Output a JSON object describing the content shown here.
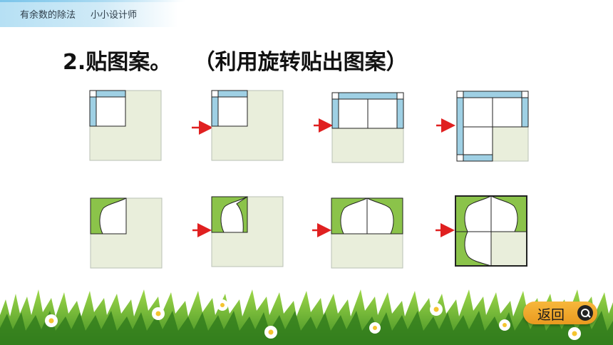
{
  "header": {
    "lesson": "有余数的除法",
    "section": "小小设计师"
  },
  "title": "2.贴图案。   （利用旋转贴出图案）",
  "back_button": {
    "label": "返回",
    "icon": "return-icon"
  },
  "colors": {
    "board": "#e9eedb",
    "blue_strip": "#9fd0e4",
    "green_leaf": "#8bc34a",
    "arrow": "#e02020",
    "button": "#f2a93b"
  },
  "rows": [
    {
      "name": "blue-frame-tile",
      "steps": 4
    },
    {
      "name": "green-leaf-tile",
      "steps": 4
    }
  ]
}
